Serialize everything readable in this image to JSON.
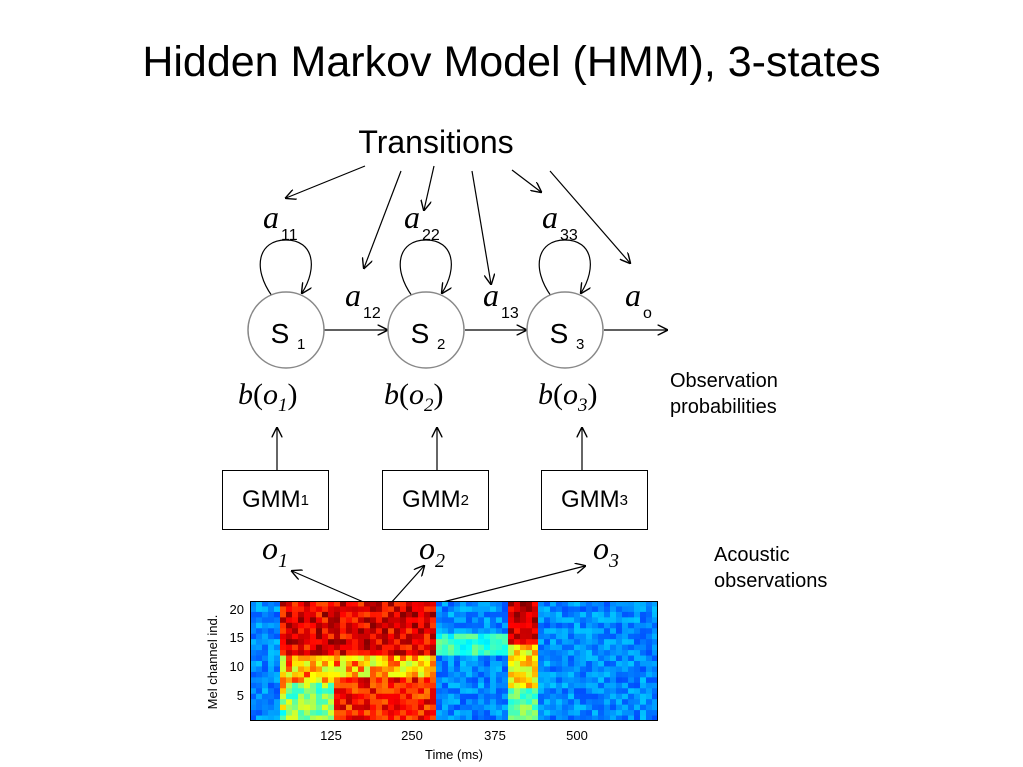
{
  "title": "Hidden Markov Model (HMM), 3-states",
  "transitions_label": "Transitions",
  "states": [
    {
      "letter": "S",
      "sub": "1"
    },
    {
      "letter": "S",
      "sub": "2"
    },
    {
      "letter": "S",
      "sub": "3"
    }
  ],
  "transition_labels": [
    {
      "letter": "a",
      "sub": "11"
    },
    {
      "letter": "a",
      "sub": "22"
    },
    {
      "letter": "a",
      "sub": "33"
    },
    {
      "letter": "a",
      "sub": "12"
    },
    {
      "letter": "a",
      "sub": "13"
    },
    {
      "letter": "a",
      "sub": "o"
    }
  ],
  "emissions": [
    {
      "b": "b",
      "o": "o",
      "sub": "1"
    },
    {
      "b": "b",
      "o": "o",
      "sub": "2"
    },
    {
      "b": "b",
      "o": "o",
      "sub": "3"
    }
  ],
  "observation_probabilities_label": [
    "Observation",
    "probabilities"
  ],
  "gmms": [
    {
      "name": "GMM",
      "sub": "1"
    },
    {
      "name": "GMM",
      "sub": "2"
    },
    {
      "name": "GMM",
      "sub": "3"
    }
  ],
  "observations": [
    {
      "o": "o",
      "sub": "1"
    },
    {
      "o": "o",
      "sub": "2"
    },
    {
      "o": "o",
      "sub": "3"
    }
  ],
  "acoustic_observations_label": [
    "Acoustic",
    "observations"
  ],
  "spectrogram": {
    "ylabel": "Mel channel ind.",
    "xlabel": "Time (ms)",
    "yticks": [
      "20",
      "15",
      "10",
      "5"
    ],
    "xticks": [
      "125",
      "250",
      "375",
      "500"
    ],
    "colormap": "jet"
  }
}
